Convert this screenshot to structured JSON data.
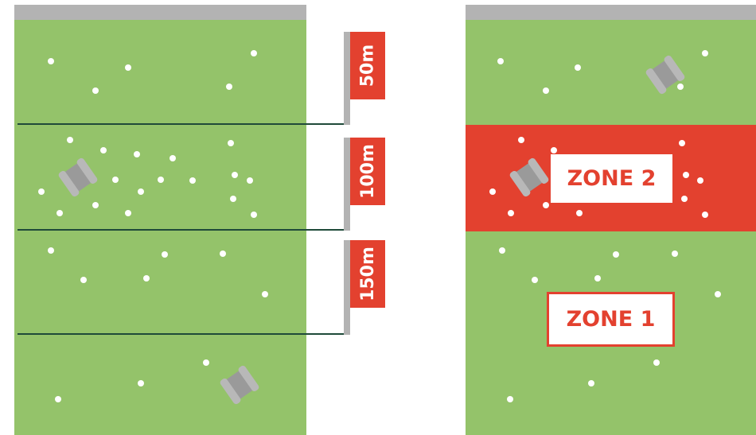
{
  "distance_markers": [
    "50m",
    "100m",
    "150m"
  ],
  "zones": {
    "zone2_label": "ZONE 2",
    "zone1_label": "ZONE 1"
  },
  "colors": {
    "grass": "#94c36a",
    "accent_red": "#e3412f",
    "strip_gray": "#b3b3b3",
    "line_dark": "#1f4a39",
    "mower_gray": "#9a9a9a"
  },
  "icons": [
    "robot-mower-icon"
  ]
}
